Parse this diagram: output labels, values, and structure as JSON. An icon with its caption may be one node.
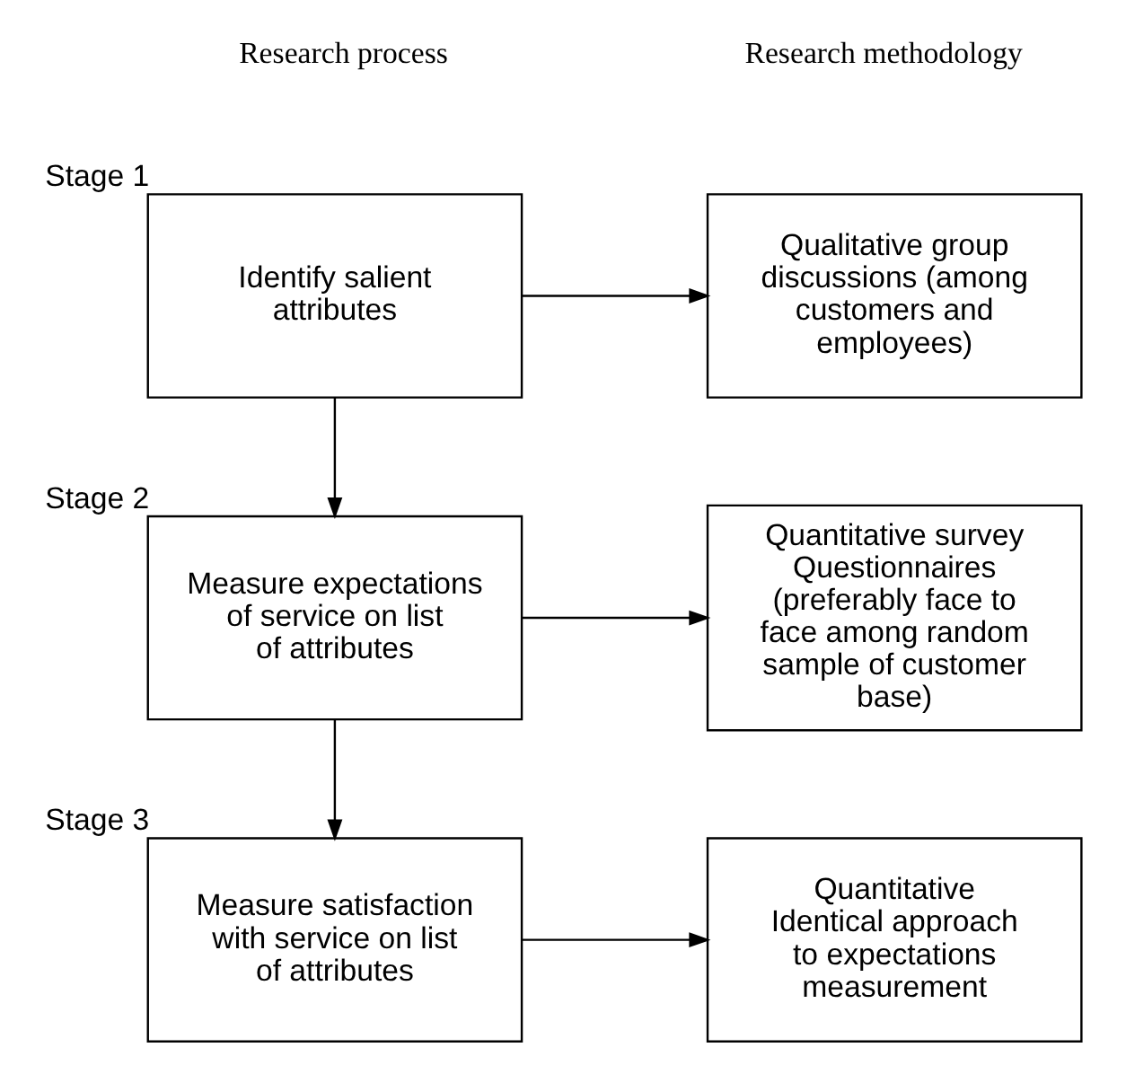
{
  "diagram": {
    "nodes": [
      {
        "text": [
          "Identify salient attributes"
        ],
        "beside": [
          "Stage 1"
        ]
      },
      {
        "text": [
          "Qualitative group discussions (among customers and employees)"
        ]
      },
      {
        "text": [
          "Measure expectations of service on list of attributes"
        ],
        "beside": [
          "Stage 2"
        ]
      },
      {
        "text": [
          "Quantitative survey Questionnaires (preferably face to face among random sample of customer base)"
        ]
      },
      {
        "text": [
          "Measure satisfaction with service on list of attributes"
        ],
        "beside": [
          "Stage 3"
        ]
      },
      {
        "text": [
          "Quantitative Identical approach to expectations measurement"
        ]
      }
    ],
    "edges": [
      {
        "from": 0,
        "to": 1,
        "arrow": "to"
      },
      {
        "from": 0,
        "to": 2,
        "arrow": "to"
      },
      {
        "from": 2,
        "to": 3,
        "arrow": "to"
      },
      {
        "from": 2,
        "to": 4,
        "arrow": "to"
      },
      {
        "from": 4,
        "to": 5,
        "arrow": "to"
      }
    ],
    "labels": [
      "Research process",
      "Research methodology"
    ]
  }
}
